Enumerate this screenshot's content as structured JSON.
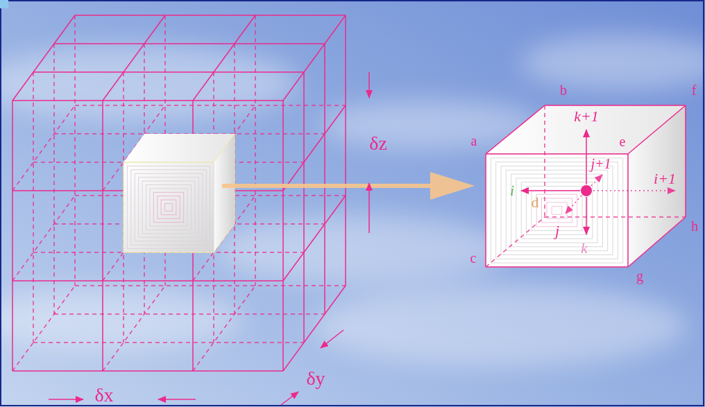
{
  "diagram": {
    "labels": [
      "b",
      "f",
      "k+1",
      "a",
      "e",
      "j+1",
      "δz",
      "i",
      "i+1",
      "d",
      "h",
      "j",
      "k",
      "c",
      "g",
      "δy",
      "δx"
    ]
  }
}
